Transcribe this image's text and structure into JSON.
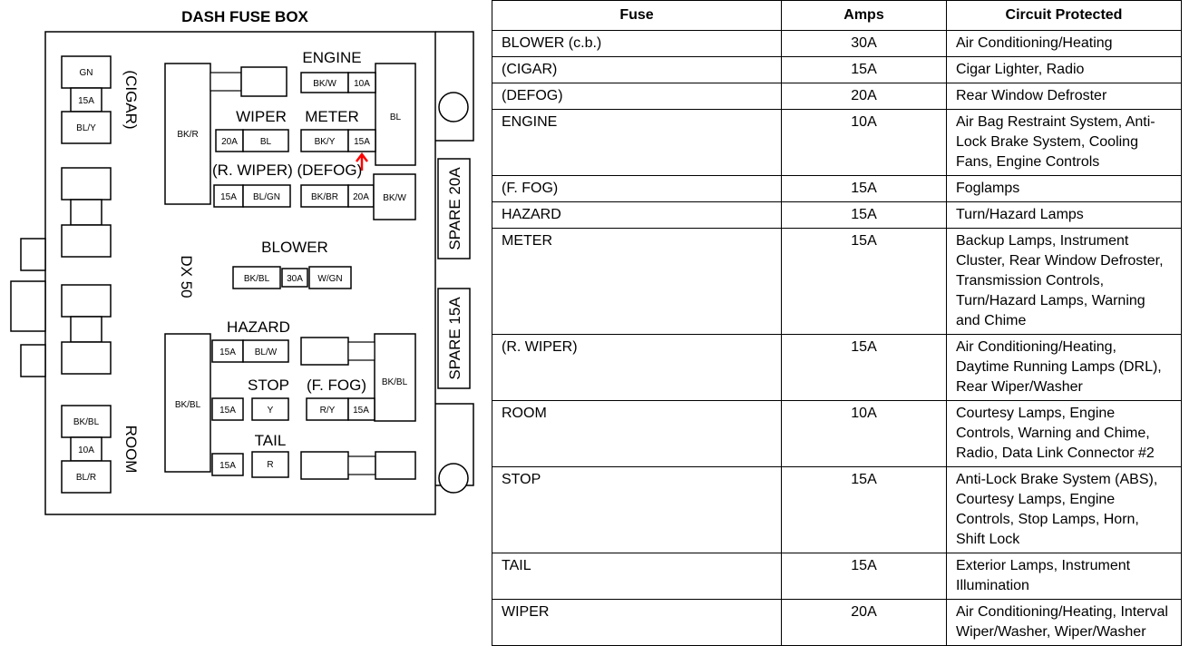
{
  "diagram": {
    "title": "DASH FUSE BOX",
    "model_label": "DX 50",
    "labels": {
      "cigar": "(CIGAR)",
      "engine": "ENGINE",
      "wiper": "WIPER",
      "meter": "METER",
      "r_wiper_defog": "(R. WIPER) (DEFOG)",
      "blower": "BLOWER",
      "hazard": "HAZARD",
      "stop": "STOP",
      "f_fog": "(F. FOG)",
      "tail": "TAIL",
      "room": "ROOM",
      "spare_20a": "SPARE 20A",
      "spare_15a": "SPARE 15A"
    },
    "codes": {
      "gn": "GN",
      "a15_cigar": "15A",
      "bl_y": "BL/Y",
      "bk_r": "BK/R",
      "bk_w_engine": "BK/W",
      "a10_engine": "10A",
      "bl_right": "BL",
      "a20_wiper": "20A",
      "bl_wiper": "BL",
      "bk_y": "BK/Y",
      "a15_meter": "15A",
      "a15_rwiper": "15A",
      "bl_gn": "BL/GN",
      "bk_br": "BK/BR",
      "a20_defog": "20A",
      "bk_w_defog": "BK/W",
      "bk_bl_blower": "BK/BL",
      "a30_blower": "30A",
      "w_gn": "W/GN",
      "a15_hazard": "15A",
      "bl_w": "BL/W",
      "bk_bl_left": "BK/BL",
      "a15_stop": "15A",
      "y_stop": "Y",
      "r_y": "R/Y",
      "a15_ffog": "15A",
      "bk_bl_right": "BK/BL",
      "a15_tail": "15A",
      "r_tail": "R",
      "bk_bl_room": "BK/BL",
      "a10_room": "10A",
      "bl_r": "BL/R"
    }
  },
  "table": {
    "headers": [
      "Fuse",
      "Amps",
      "Circuit Protected"
    ],
    "rows": [
      {
        "fuse": "BLOWER (c.b.)",
        "amps": "30A",
        "circuit": "Air Conditioning/Heating"
      },
      {
        "fuse": "(CIGAR)",
        "amps": "15A",
        "circuit": "Cigar Lighter, Radio"
      },
      {
        "fuse": "(DEFOG)",
        "amps": "20A",
        "circuit": "Rear Window Defroster"
      },
      {
        "fuse": "ENGINE",
        "amps": "10A",
        "circuit": "Air Bag Restraint System, Anti-Lock Brake System, Cooling Fans, Engine Controls"
      },
      {
        "fuse": "(F. FOG)",
        "amps": "15A",
        "circuit": "Foglamps"
      },
      {
        "fuse": "HAZARD",
        "amps": "15A",
        "circuit": "Turn/Hazard Lamps"
      },
      {
        "fuse": "METER",
        "amps": "15A",
        "circuit": "Backup Lamps, Instrument Cluster, Rear Window Defroster, Transmission Controls, Turn/Hazard Lamps, Warning and Chime"
      },
      {
        "fuse": "(R. WIPER)",
        "amps": "15A",
        "circuit": "Air Conditioning/Heating, Daytime Running Lamps (DRL), Rear Wiper/Washer"
      },
      {
        "fuse": "ROOM",
        "amps": "10A",
        "circuit": "Courtesy Lamps, Engine Controls, Warning and Chime, Radio, Data Link Connector #2"
      },
      {
        "fuse": "STOP",
        "amps": "15A",
        "circuit": "Anti-Lock Brake System (ABS), Courtesy Lamps, Engine Controls, Stop Lamps, Horn, Shift Lock"
      },
      {
        "fuse": "TAIL",
        "amps": "15A",
        "circuit": "Exterior Lamps, Instrument Illumination"
      },
      {
        "fuse": "WIPER",
        "amps": "20A",
        "circuit": "Air Conditioning/Heating, Interval Wiper/Washer, Wiper/Washer"
      }
    ]
  },
  "colors": {
    "arrow": "#ff0000"
  }
}
